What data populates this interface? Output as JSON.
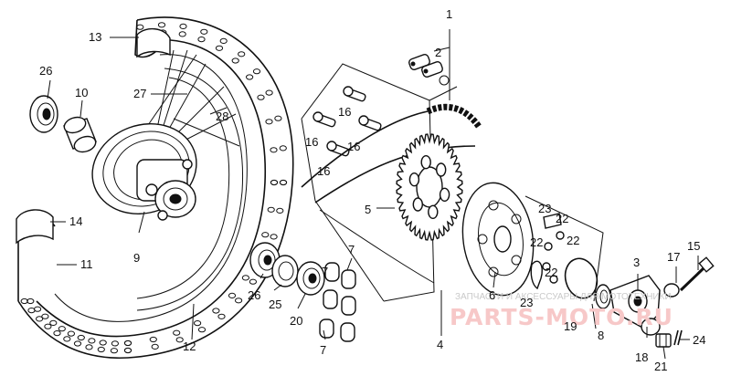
{
  "parts": {
    "p1": "1",
    "p2": "2",
    "p3": "3",
    "p4": "4",
    "p5": "5",
    "p6": "6",
    "p7a": "7",
    "p7b": "7",
    "p7c": "7",
    "p8": "8",
    "p9": "9",
    "p10": "10",
    "p11": "11",
    "p12": "12",
    "p13": "13",
    "p14": "14",
    "p15": "15",
    "p16a": "16",
    "p16b": "16",
    "p16c": "16",
    "p16d": "16",
    "p17": "17",
    "p18": "18",
    "p19": "19",
    "p20": "20",
    "p21": "21",
    "p22a": "22",
    "p22b": "22",
    "p22c": "22",
    "p22d": "22",
    "p23a": "23",
    "p23b": "23",
    "p24": "24",
    "p25": "25",
    "p26a": "26",
    "p26b": "26",
    "p27": "27",
    "p28": "28"
  },
  "watermark": {
    "caption": "ЗАПЧАСТИ И АКСЕССУАРЫ ДЛЯ МОТОТЕХНИКИ",
    "brand": "PARTS-MOTO.RU"
  },
  "colors": {
    "ink": "#111111",
    "watermark_text": "#c9c9c9",
    "watermark_brand": "#f7c8c8"
  }
}
